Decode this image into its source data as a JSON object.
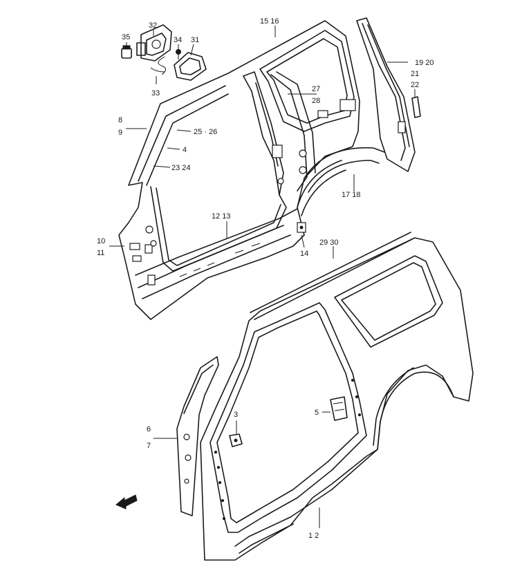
{
  "callouts": {
    "c35": "35",
    "c32": "32",
    "c34": "34",
    "c31": "31",
    "c33": "33",
    "c15_16": "15  16",
    "c19_20": "19  20",
    "c21": "21",
    "c22": "22",
    "c27": "27",
    "c28": "28",
    "c8": "8",
    "c9": "9",
    "c25_26": "25 · 26",
    "c4": "4",
    "c23_24": "23  24",
    "c17_18": "17  18",
    "c12_13": "12  13",
    "c10": "10",
    "c11": "11",
    "c14": "14",
    "c29_30": "29  30",
    "c5": "5",
    "c3": "3",
    "c6": "6",
    "c7": "7",
    "c1_2": "1  2"
  },
  "icons": {
    "front_arrow": "front-direction-arrow"
  },
  "colors": {
    "ink": "#1a1a1a",
    "paper": "#ffffff"
  }
}
